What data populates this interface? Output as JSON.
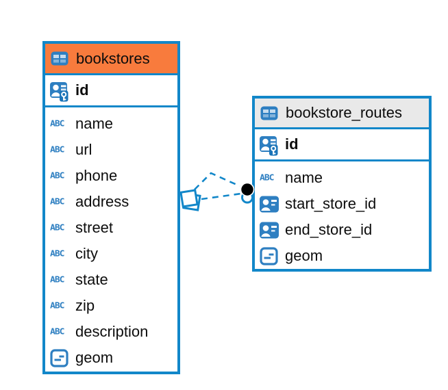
{
  "tables": [
    {
      "name": "bookstores",
      "header_style": "orange",
      "fields": [
        {
          "name": "id",
          "icon": "primary-key-icon"
        },
        {
          "name": "name",
          "icon": "text-type-icon"
        },
        {
          "name": "url",
          "icon": "text-type-icon"
        },
        {
          "name": "phone",
          "icon": "text-type-icon"
        },
        {
          "name": "address",
          "icon": "text-type-icon"
        },
        {
          "name": "street",
          "icon": "text-type-icon"
        },
        {
          "name": "city",
          "icon": "text-type-icon"
        },
        {
          "name": "state",
          "icon": "text-type-icon"
        },
        {
          "name": "zip",
          "icon": "text-type-icon"
        },
        {
          "name": "description",
          "icon": "text-type-icon"
        },
        {
          "name": "geom",
          "icon": "geometry-type-icon"
        }
      ]
    },
    {
      "name": "bookstore_routes",
      "header_style": "gray",
      "fields": [
        {
          "name": "id",
          "icon": "primary-key-icon"
        },
        {
          "name": "name",
          "icon": "text-type-icon"
        },
        {
          "name": "start_store_id",
          "icon": "reference-icon"
        },
        {
          "name": "end_store_id",
          "icon": "reference-icon"
        },
        {
          "name": "geom",
          "icon": "geometry-type-icon"
        }
      ]
    }
  ],
  "relation": {
    "from_table": "bookstores",
    "to_table": "bookstore_routes",
    "line_style": "dashed",
    "line_count": 2
  },
  "icons": {
    "text_type_label": "ABC"
  },
  "colors": {
    "table_border": "#1287c9",
    "icon_blue": "#2e7fc1",
    "bookstores_header": "#f87b3d",
    "routes_header": "#e9e9e9",
    "connector": "#1287c9",
    "connector_dot": "#000000"
  }
}
